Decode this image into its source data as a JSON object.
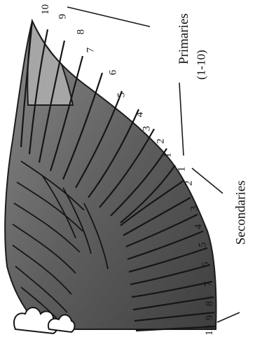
{
  "primaries": {
    "title": "Primaries",
    "subtitle": "(1-10)",
    "numbers": [
      "10",
      "9",
      "8",
      "7",
      "6",
      "5",
      "4",
      "3",
      "2",
      "1"
    ]
  },
  "secondaries": {
    "title": "Secondaries",
    "numbers": [
      "1",
      "2",
      "3",
      "4",
      "5",
      "6",
      "7",
      "8",
      "9",
      "10"
    ]
  }
}
